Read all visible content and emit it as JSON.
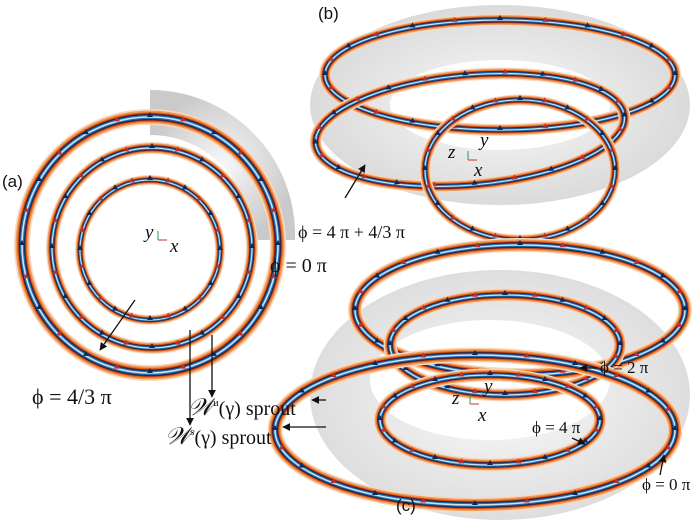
{
  "panels": {
    "a": "(a)",
    "b": "(b)",
    "c": "(c)"
  },
  "axes": {
    "a": {
      "y": "y",
      "x": "x"
    },
    "b": {
      "z": "z",
      "y": "y",
      "x": "x"
    },
    "c": {
      "z": "z",
      "y": "y",
      "x": "x"
    }
  },
  "annotations": {
    "a_phi0": "ϕ = 0 π",
    "a_phi43": "ϕ = 4/3 π",
    "b_phi": "ϕ = 4 π + 4/3 π",
    "c_phi2": "ϕ = 2 π",
    "c_phi4": "ϕ = 4 π",
    "c_phi0": "ϕ = 0 π"
  },
  "manifolds": {
    "unstable": {
      "symbol": "𝒲",
      "sup": "u",
      "arg": "(γ) sprout"
    },
    "stable": {
      "symbol": "𝒲",
      "sup": "s",
      "arg": "(γ) sprout"
    }
  },
  "colors": {
    "orange": "#e0601c",
    "darkred": "#8a1c0a",
    "blue": "#1f6fb0",
    "navy": "#0b2a5a",
    "torus": "#d4d4d4"
  }
}
